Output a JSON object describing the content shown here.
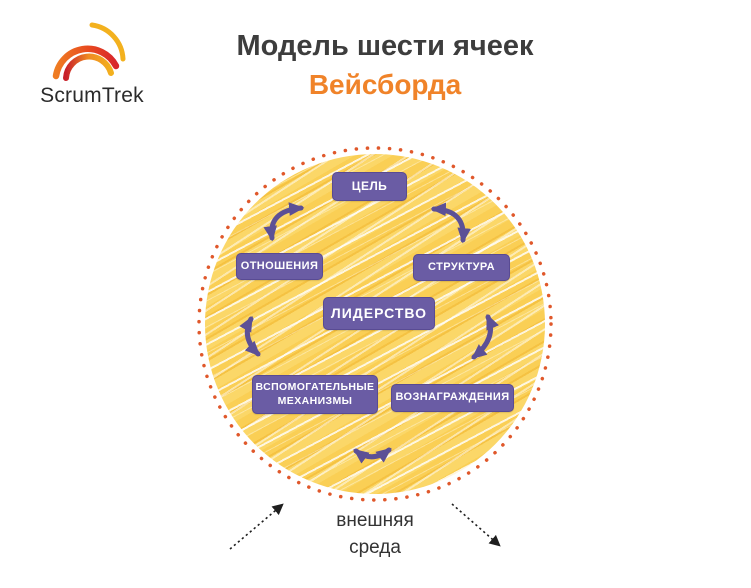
{
  "logo": {
    "brand": "ScrumTrek"
  },
  "header": {
    "title_line1": "Модель шести ячеек",
    "title_line2": "Вейсборда"
  },
  "diagram": {
    "cells": {
      "goal": "ЦЕЛЬ",
      "relationships": "ОТНОШЕНИЯ",
      "structure": "СТРУКТУРА",
      "leadership": "ЛИДЕРСТВО",
      "mechanisms_line1": "ВСПОМОГАТЕЛЬНЫЕ",
      "mechanisms_line2": "МЕХАНИЗМЫ",
      "rewards": "ВОЗНАГРАЖДЕНИЯ"
    },
    "environment_label_line1": "внешняя",
    "environment_label_line2": "среда"
  },
  "icons": {
    "exchange_arrow": "⇄",
    "environment_arrow": "⇢"
  },
  "colors": {
    "accent_orange": "#F08329",
    "title_dark": "#3D3D3D",
    "cell_purple": "#6A5CA4",
    "arrow_purple": "#5C5096",
    "circle_yellow": "#F9CD55",
    "ring_dot_orange": "#E0582B",
    "logo_red": "#D8262B",
    "logo_orange": "#EF8A22",
    "logo_yellow": "#F3B11E"
  }
}
